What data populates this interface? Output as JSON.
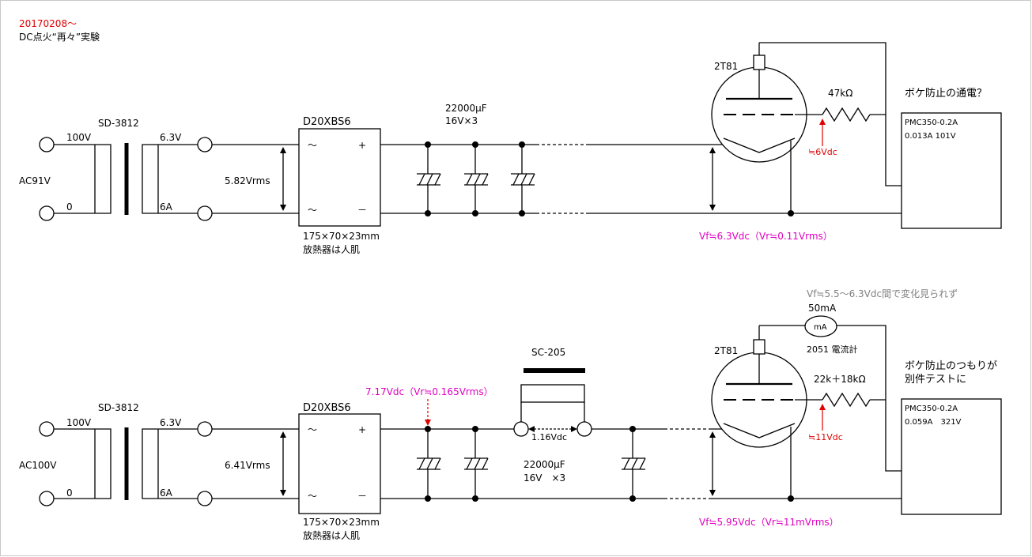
{
  "header": {
    "date": "20170208～",
    "title": "DC点火“再々”実験"
  },
  "colors": {
    "date": "#e00000",
    "red_label": "#e00000",
    "magenta_label": "#e000c0",
    "gray_note": "#808080",
    "line": "#000000"
  },
  "top": {
    "ac_label": "AC91V",
    "primary_top": "100V",
    "primary_bottom": "0",
    "transformer": "SD-3812",
    "secondary_top": "6.3V",
    "secondary_bottom": "6A",
    "vrms": "5.82Vrms",
    "bridge": "D20XBS6",
    "bridge_ac_top": "～",
    "bridge_ac_bottom": "～",
    "bridge_plus": "+",
    "bridge_minus": "－",
    "heatsink_size": "175×70×23mm",
    "heatsink_note": "放熱器は人肌",
    "cap_value": "22000μF",
    "cap_rating": "16V×3",
    "tube": "2T81",
    "resistor": "47kΩ",
    "bias_note": "≒6Vdc",
    "meter_title": "ボケ防止の通電？",
    "meter_model": "PMC350-0.2A",
    "meter_reading": "0.013A 101V",
    "vf_label": "Vf≒6.3Vdc（Vr≒0.11Vrms）"
  },
  "bottom": {
    "ac_label": "AC100V",
    "primary_top": "100V",
    "primary_bottom": "0",
    "transformer": "SD-3812",
    "secondary_top": "6.3V",
    "secondary_bottom": "6A",
    "vrms": "6.41Vrms",
    "bridge": "D20XBS6",
    "bridge_ac_top": "～",
    "bridge_ac_bottom": "～",
    "bridge_plus": "+",
    "bridge_minus": "－",
    "heatsink_size": "175×70×23mm",
    "heatsink_note": "放熱器は人肌",
    "dc_label": "7.17Vdc（Vr≒0.165Vrms）",
    "choke": "SC-205",
    "choke_drop": "1.16Vdc",
    "cap_value": "22000μF",
    "cap_rating": "16V　×3",
    "tube": "2T81",
    "ammeter_symbol": "mA",
    "ammeter_reading": "50mA",
    "ammeter_model": "2051 電流計",
    "gray_note": "Vf≒5.5～6.3Vdc間で変化見られず",
    "resistor": "22k＋18kΩ",
    "bias_note": "≒11Vdc",
    "meter_title1": "ボケ防止のつもりが",
    "meter_title2": "別件テストに",
    "meter_model": "PMC350-0.2A",
    "meter_reading": "0.059A　321V",
    "vf_label": "Vf≒5.95Vdc（Vr≒11mVrms）"
  }
}
